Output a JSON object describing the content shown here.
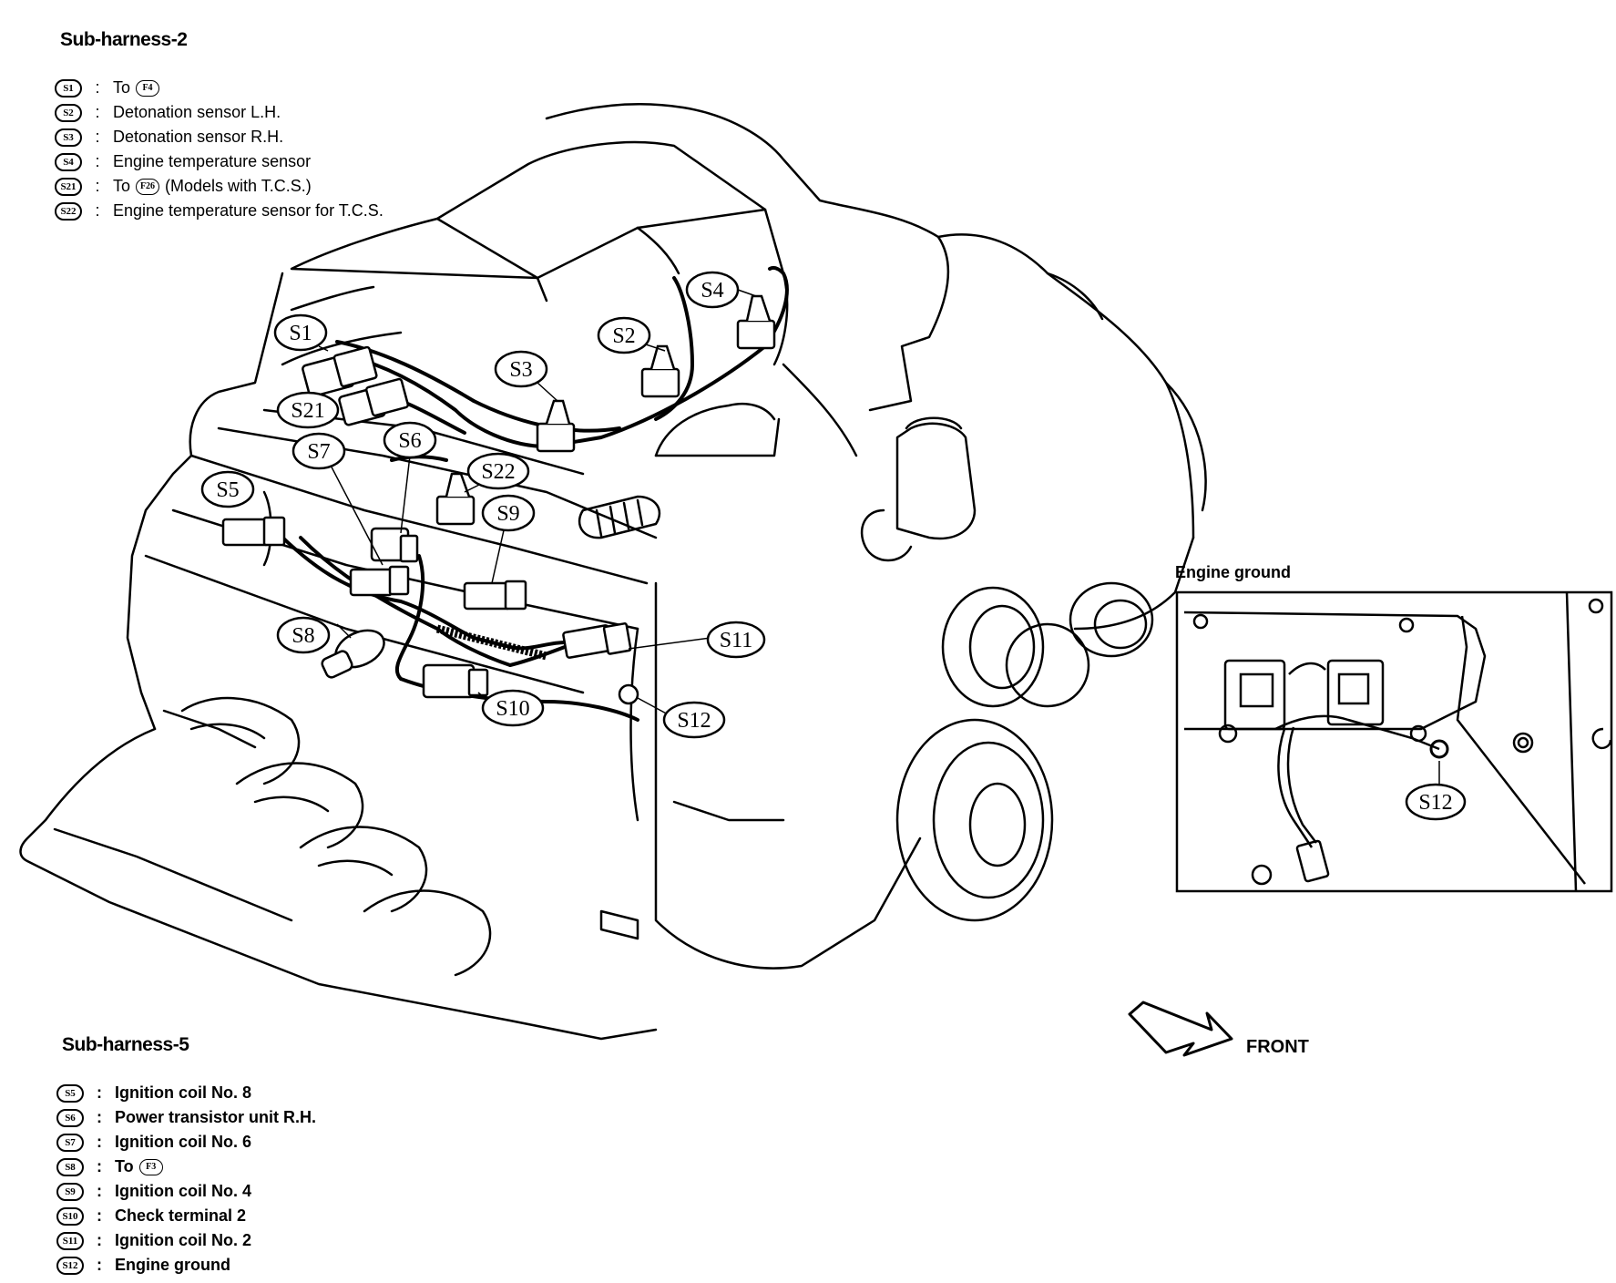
{
  "sub_harness_2": {
    "title": "Sub-harness-2",
    "items": [
      {
        "code": "S1",
        "prefix": "To",
        "ref": "F4",
        "text": ""
      },
      {
        "code": "S2",
        "prefix": "",
        "ref": "",
        "text": "Detonation sensor L.H."
      },
      {
        "code": "S3",
        "prefix": "",
        "ref": "",
        "text": "Detonation sensor R.H."
      },
      {
        "code": "S4",
        "prefix": "",
        "ref": "",
        "text": "Engine temperature sensor"
      },
      {
        "code": "S21",
        "prefix": "To",
        "ref": "F26",
        "text": "(Models with T.C.S.)"
      },
      {
        "code": "S22",
        "prefix": "",
        "ref": "",
        "text": "Engine temperature sensor for T.C.S."
      }
    ]
  },
  "sub_harness_5": {
    "title": "Sub-harness-5",
    "items": [
      {
        "code": "S5",
        "prefix": "",
        "ref": "",
        "text": "Ignition coil No. 8"
      },
      {
        "code": "S6",
        "prefix": "",
        "ref": "",
        "text": "Power transistor unit R.H."
      },
      {
        "code": "S7",
        "prefix": "",
        "ref": "",
        "text": "Ignition coil No. 6"
      },
      {
        "code": "S8",
        "prefix": "To",
        "ref": "F3",
        "text": ""
      },
      {
        "code": "S9",
        "prefix": "",
        "ref": "",
        "text": "Ignition coil No. 4"
      },
      {
        "code": "S10",
        "prefix": "",
        "ref": "",
        "text": "Check terminal 2"
      },
      {
        "code": "S11",
        "prefix": "",
        "ref": "",
        "text": "Ignition coil No. 2"
      },
      {
        "code": "S12",
        "prefix": "",
        "ref": "",
        "text": "Engine ground"
      }
    ]
  },
  "callouts": [
    "S1",
    "S2",
    "S3",
    "S4",
    "S21",
    "S5",
    "S6",
    "S7",
    "S22",
    "S9",
    "S8",
    "S11",
    "S10",
    "S12"
  ],
  "engine_ground": {
    "title": "Engine ground",
    "callout": "S12"
  },
  "front_label": "FRONT"
}
